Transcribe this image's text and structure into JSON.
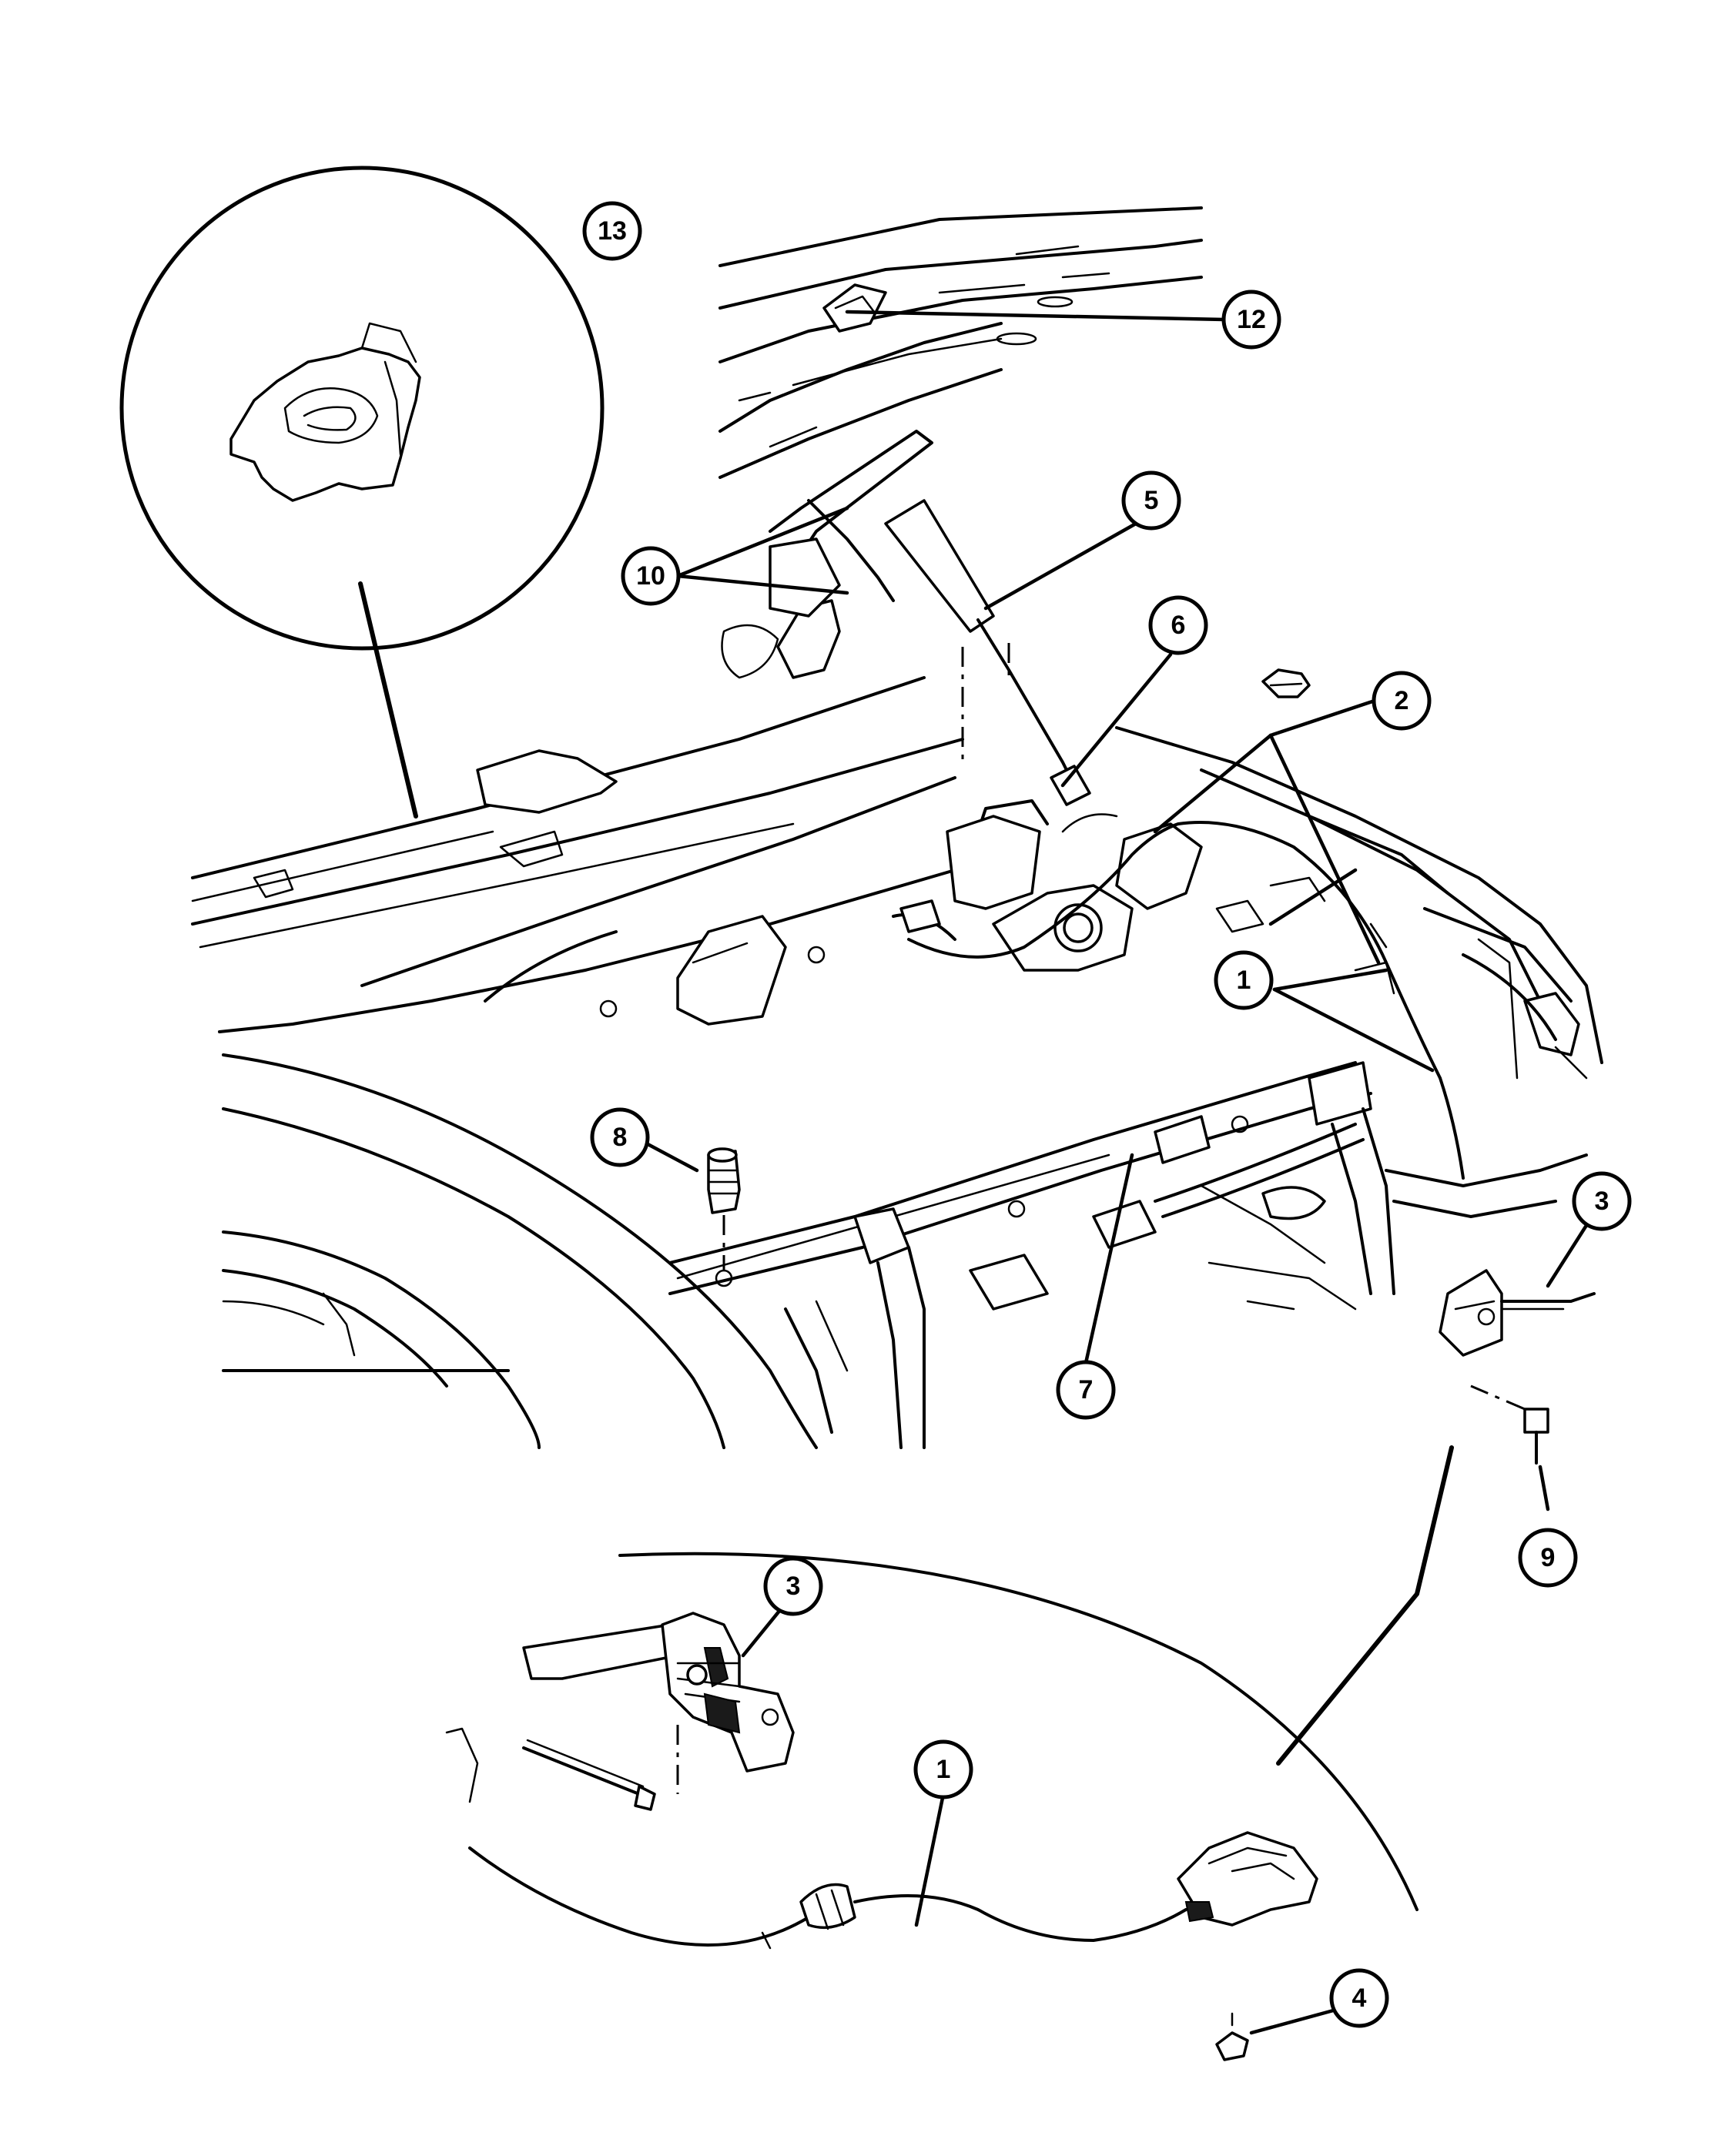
{
  "figure": {
    "colors": {
      "line": "#000000",
      "background": "#ffffff"
    },
    "callouts": [
      {
        "id": "c13",
        "label": "13"
      },
      {
        "id": "c12",
        "label": "12"
      },
      {
        "id": "c5",
        "label": "5"
      },
      {
        "id": "c10",
        "label": "10"
      },
      {
        "id": "c6",
        "label": "6"
      },
      {
        "id": "c2",
        "label": "2"
      },
      {
        "id": "c1a",
        "label": "1"
      },
      {
        "id": "c8",
        "label": "8"
      },
      {
        "id": "c7",
        "label": "7"
      },
      {
        "id": "c3a",
        "label": "3"
      },
      {
        "id": "c9",
        "label": "9"
      },
      {
        "id": "c3b",
        "label": "3"
      },
      {
        "id": "c1b",
        "label": "1"
      },
      {
        "id": "c4",
        "label": "4"
      }
    ]
  }
}
